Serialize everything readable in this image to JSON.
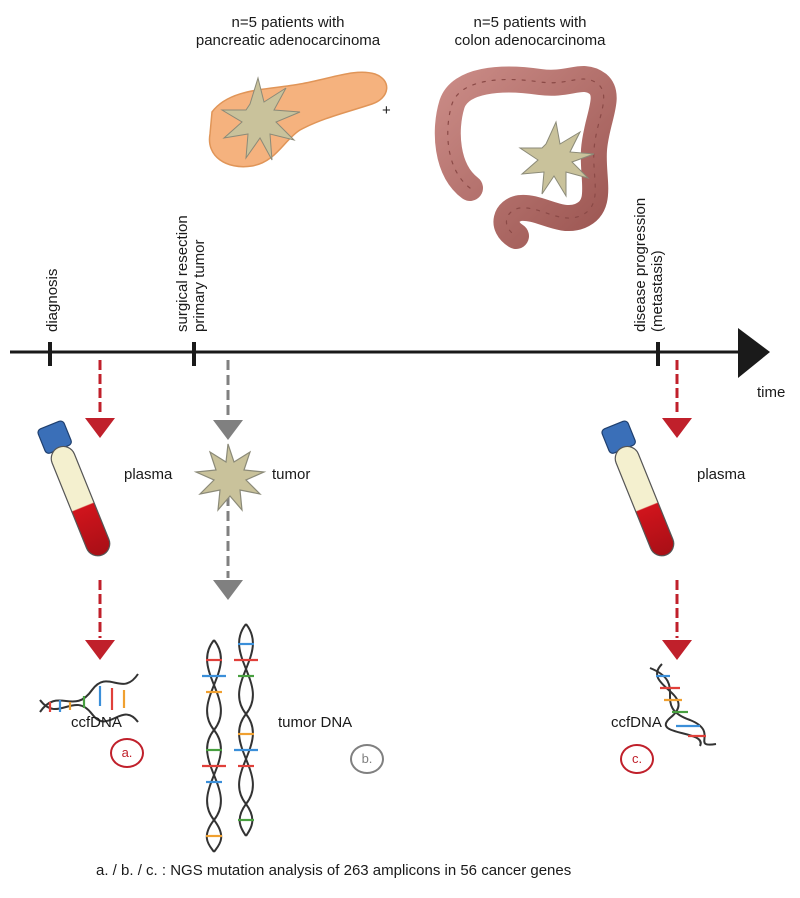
{
  "cohorts": {
    "pancreatic": "n=5 patients with\npancreatic adenocarcinoma",
    "plus": "+",
    "colon": "n=5 patients with\ncolon adenocarcinoma"
  },
  "timeline": {
    "events": [
      "diagnosis",
      "surgical resection\nprimary tumor",
      "disease progression\n(metastasis)"
    ],
    "axis_label": "time"
  },
  "samples": {
    "plasma_1": "plasma",
    "tumor": "tumor",
    "plasma_2": "plasma",
    "ccfdna_1": "ccfDNA",
    "tumor_dna": "tumor DNA",
    "ccfdna_2": "ccfDNA",
    "marker_a": "a.",
    "marker_b": "b.",
    "marker_c": "c."
  },
  "footer": "a. / b. / c. :  NGS mutation analysis of 263 amplicons in 56 cancer genes",
  "colors": {
    "red": "#c0202b",
    "gray": "#808080",
    "dark": "#1a1a1a",
    "organ_pancreas": "#f5b27e",
    "organ_colon": "#b86e6a",
    "tumor": "#c9c29b"
  }
}
